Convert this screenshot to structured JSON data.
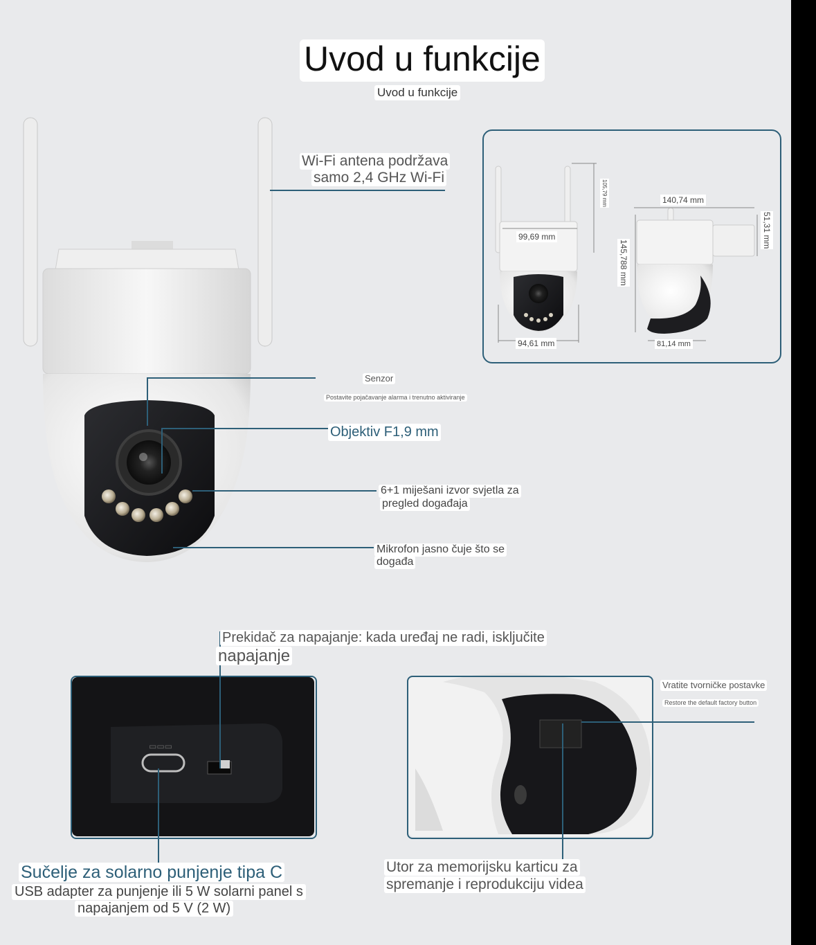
{
  "title": "Uvod u funkcije",
  "subtitle": "Uvod u funkcije",
  "callouts": {
    "wifi_antenna": [
      "Wi-Fi antena podržava",
      "samo 2,4 GHz Wi-Fi"
    ],
    "sensor_title": "Senzor",
    "sensor_desc": "Postavite pojačavanje alarma i trenutno aktiviranje",
    "lens": "Objektiv F1,9 mm",
    "lights": [
      "6+1 miješani izvor svjetla za",
      "pregled događaja"
    ],
    "microphone": [
      "Mikrofon jasno čuje što se",
      "događa"
    ],
    "power_switch": [
      "Prekidač za napajanje: kada uređaj ne radi, isključite",
      "napajanje"
    ],
    "reset_title": "Vratite tvorničke postavke",
    "reset_desc": "Restore the default factory button",
    "solar_title": "Sučelje za solarno punjenje tipa C",
    "solar_desc": [
      "USB adapter za punjenje ili 5 W solarni panel s",
      "napajanjem od 5 V (2 W)"
    ],
    "memory_card": [
      "Utor za memorijsku karticu za",
      "spremanje i reprodukciju videa"
    ]
  },
  "dimensions": {
    "height_top": "105,79 mm",
    "width_front_top": "99,69 mm",
    "width_front_bottom": "94,61 mm",
    "width_side_top": "140,74 mm",
    "height_side": "145,788 mm",
    "depth_side": "51,31 mm",
    "width_side_bottom": "81,14 mm"
  },
  "colors": {
    "accent": "#2d5f78",
    "background": "#e9eaec",
    "camera_body": "#f4f4f4",
    "camera_dark": "#1b1c1f"
  }
}
